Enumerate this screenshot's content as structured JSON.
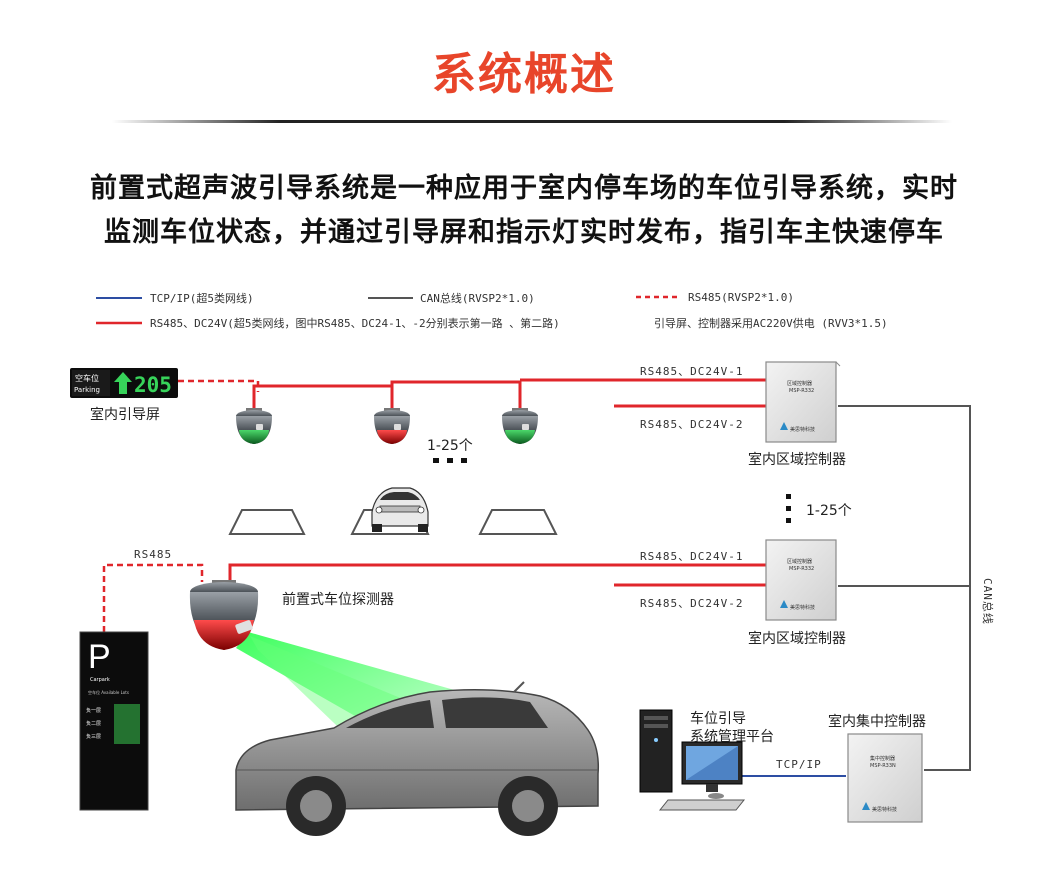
{
  "title": "系统概述",
  "intro": {
    "line1": "前置式超声波引导系统是一种应用于室内停车场的车位引导系统，实时",
    "line2": "监测车位状态，并通过引导屏和指示灯实时发布，指引车主快速停车"
  },
  "legend": {
    "tcpip": "TCP/IP(超5类网线)",
    "can": "CAN总线(RVSP2*1.0)",
    "rs485": "RS485(RVSP2*1.0)",
    "power": "RS485、DC24V(超5类网线，图中RS485、DC24-1、-2分别表示第一路 、第二路)",
    "power_note": "引导屏、控制器采用AC220V供电 (RVV3*1.5)"
  },
  "colors": {
    "title": "#e8452a",
    "red_line": "#e0262b",
    "blue_line": "#2d4ea3",
    "can_line": "#555555",
    "screen_green": "#37d35a",
    "beam_green": "#33ff55"
  },
  "labels": {
    "guide_screen": "室内引导屏",
    "screen_top": "空车位",
    "screen_bottom": "Parking",
    "screen_count": "205",
    "count_1_25_a": "1-25个",
    "count_1_25_b": "1-25个",
    "rs485_a1": "RS485、DC24V-1",
    "rs485_a2": "RS485、DC24V-2",
    "rs485_b1": "RS485、DC24V-1",
    "rs485_b2": "RS485、DC24V-2",
    "zone_ctrl_1": "室内区域控制器",
    "zone_ctrl_2": "室内区域控制器",
    "rs485_short": "RS485",
    "detector": "前置式车位探测器",
    "can_bus": "CAN总线",
    "platform_1": "车位引导",
    "platform_2": "系统管理平台",
    "central_ctrl": "室内集中控制器",
    "tcpip": "TCP/IP",
    "box_zone_title": "区域控制器",
    "box_zone_model": "MSP-R332",
    "box_central_title": "集中控制器",
    "box_central_model": "MSP-R33N",
    "box_brand": "美思特科技",
    "sign_p": "P",
    "sign_carpark": "Carpark",
    "sign_avail": "空车位  Available Lots",
    "sign_f1": "负一层",
    "sign_f2": "负二层",
    "sign_f3": "负三层"
  },
  "icons": {
    "arrow": "arrow-up-icon",
    "sensor": "ultrasonic-sensor-icon",
    "computer": "computer-icon",
    "car": "car-icon"
  }
}
